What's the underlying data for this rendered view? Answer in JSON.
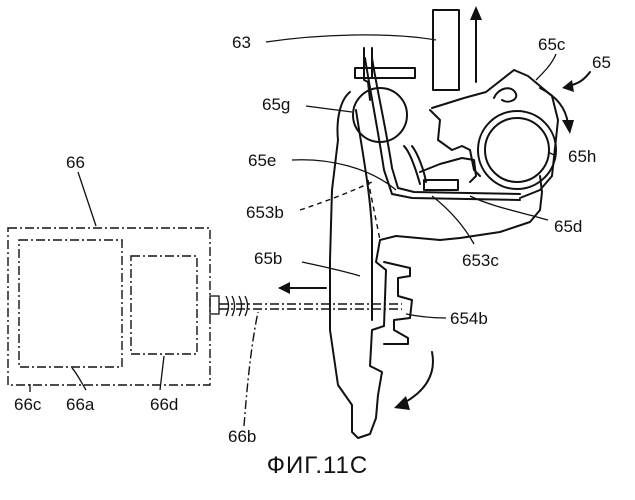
{
  "figure": {
    "caption": "ФИГ.11С",
    "labels": {
      "l63": "63",
      "l65": "65",
      "l65c": "65c",
      "l65g": "65g",
      "l65h": "65h",
      "l65e": "65e",
      "l653b": "653b",
      "l65d": "65d",
      "l653c": "653c",
      "l65b": "65b",
      "l654b": "654b",
      "l66": "66",
      "l66c": "66c",
      "l66a": "66a",
      "l66d": "66d",
      "l66b": "66b"
    }
  }
}
